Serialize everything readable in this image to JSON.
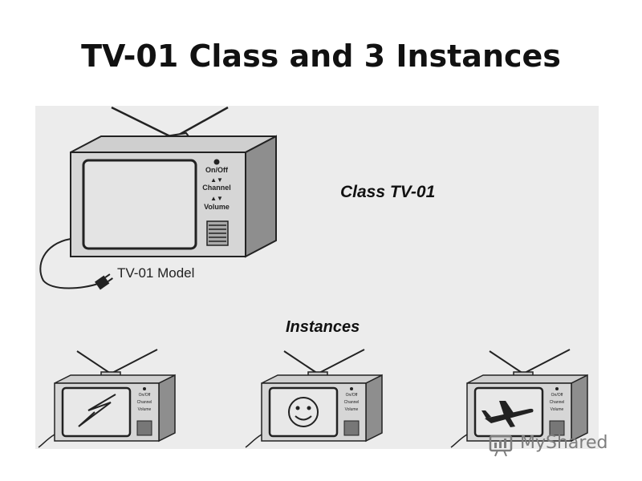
{
  "slide": {
    "title": "TV-01 Class and 3 Instances"
  },
  "diagram": {
    "class_label": "Class TV-01",
    "model_label": "TV-01 Model",
    "instances_label": "Instances",
    "controls": {
      "on_off": "On/Off",
      "channel": "Channel",
      "volume": "Volume"
    },
    "instance_screens": [
      "lightning-bolt-icon",
      "smiley-face-icon",
      "airplane-icon"
    ]
  },
  "watermark": {
    "text": "MyShared"
  }
}
